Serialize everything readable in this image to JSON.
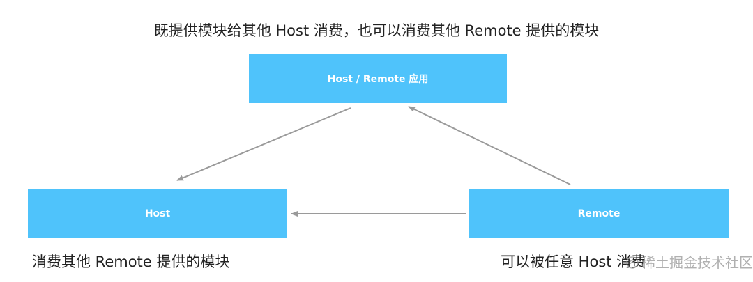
{
  "title": "既提供模块给其他 Host 消费，也可以消费其他 Remote 提供的模块",
  "nodes": {
    "host_remote": "Host / Remote 应用",
    "host": "Host",
    "remote": "Remote"
  },
  "captions": {
    "host": "消费其他 Remote 提供的模块",
    "remote": "可以被任意 Host 消费"
  },
  "watermark": "稀土掘金技术社区",
  "colors": {
    "box": "#4fc3fb",
    "arrow": "#9a9a9a",
    "text": "#222222"
  }
}
